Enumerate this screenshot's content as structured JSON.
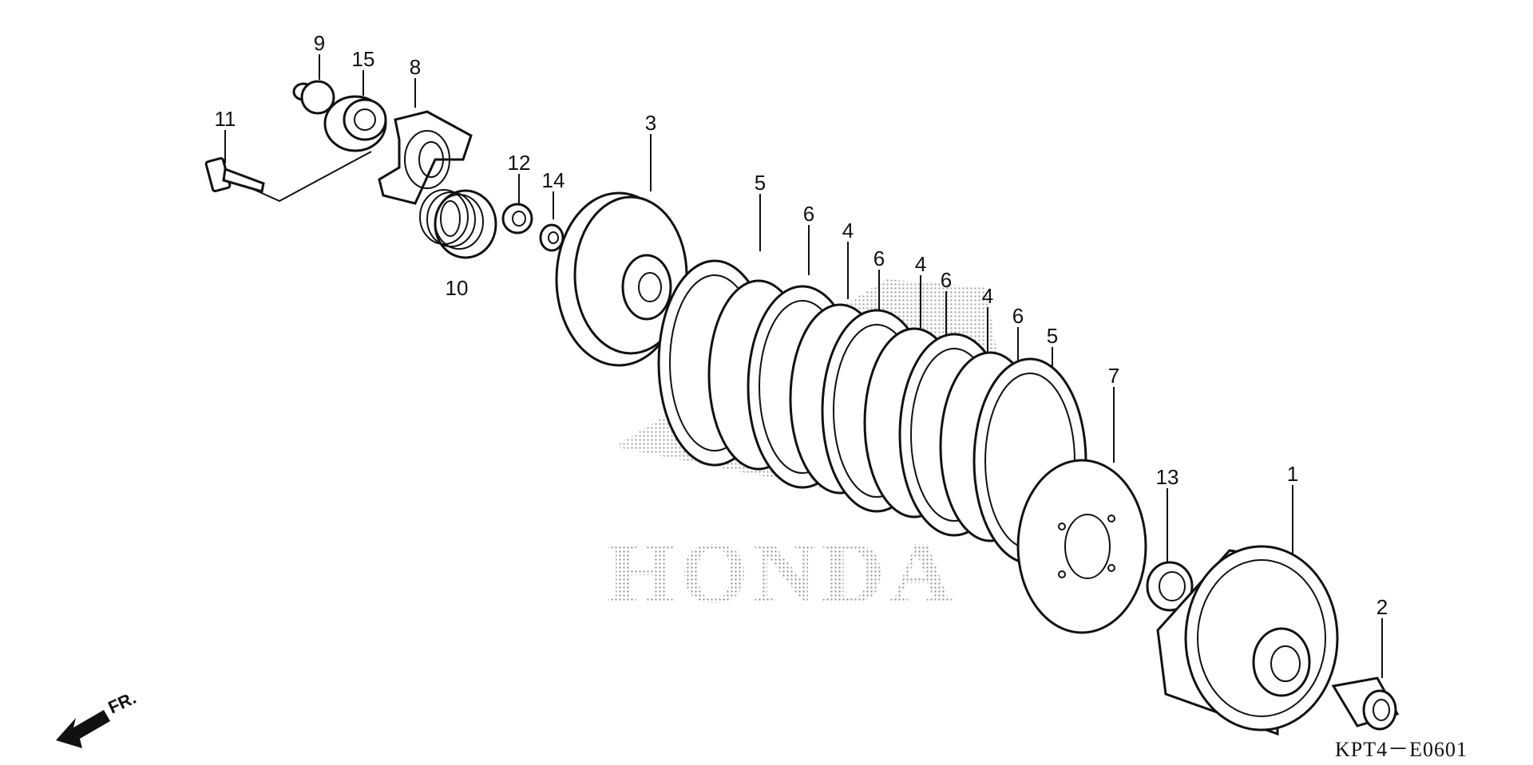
{
  "callouts": [
    {
      "id": "9",
      "label": "9"
    },
    {
      "id": "15",
      "label": "15"
    },
    {
      "id": "8",
      "label": "8"
    },
    {
      "id": "11",
      "label": "11"
    },
    {
      "id": "12",
      "label": "12"
    },
    {
      "id": "14",
      "label": "14"
    },
    {
      "id": "10",
      "label": "10"
    },
    {
      "id": "3",
      "label": "3"
    },
    {
      "id": "5a",
      "label": "5"
    },
    {
      "id": "6a",
      "label": "6"
    },
    {
      "id": "4a",
      "label": "4"
    },
    {
      "id": "6b",
      "label": "6"
    },
    {
      "id": "4b",
      "label": "4"
    },
    {
      "id": "6c",
      "label": "6"
    },
    {
      "id": "4c",
      "label": "4"
    },
    {
      "id": "6d",
      "label": "6"
    },
    {
      "id": "5b",
      "label": "5"
    },
    {
      "id": "7",
      "label": "7"
    },
    {
      "id": "13",
      "label": "13"
    },
    {
      "id": "1",
      "label": "1"
    },
    {
      "id": "2",
      "label": "2"
    }
  ],
  "watermark": "HONDA",
  "direction_label": "FR.",
  "diagram_code": "KPT4－E0601"
}
